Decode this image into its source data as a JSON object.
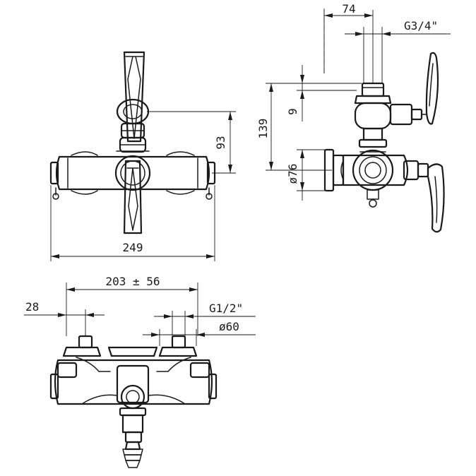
{
  "dimensions": {
    "top_front_height": "93",
    "top_front_width": "249",
    "side_offset": "74",
    "side_thread": "G3/4\"",
    "side_height": "139",
    "side_small": "9",
    "side_diameter": "ø76",
    "bottom_center_distance": "203 ± 56",
    "bottom_left_offset": "28",
    "bottom_thread": "G1/2\"",
    "bottom_diameter": "ø60"
  }
}
